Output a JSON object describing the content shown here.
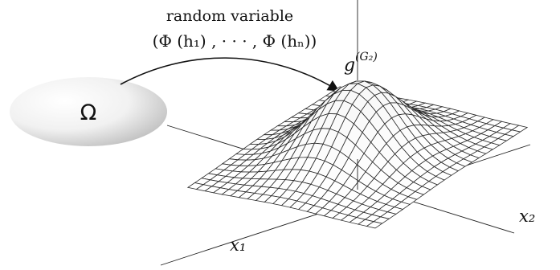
{
  "caption": {
    "line1": "random variable",
    "line2": "(Φ (h₁) , · · · , Φ (hₙ))"
  },
  "omega_label": "Ω",
  "surface_label": "g^(G₂)",
  "axis_x1_label": "x₁",
  "axis_x2_label": "x₂",
  "colors": {
    "ink": "#111111",
    "grid": "#333333",
    "surface_light": "#ffffff",
    "surface_shadow": "#d8d8d8"
  }
}
